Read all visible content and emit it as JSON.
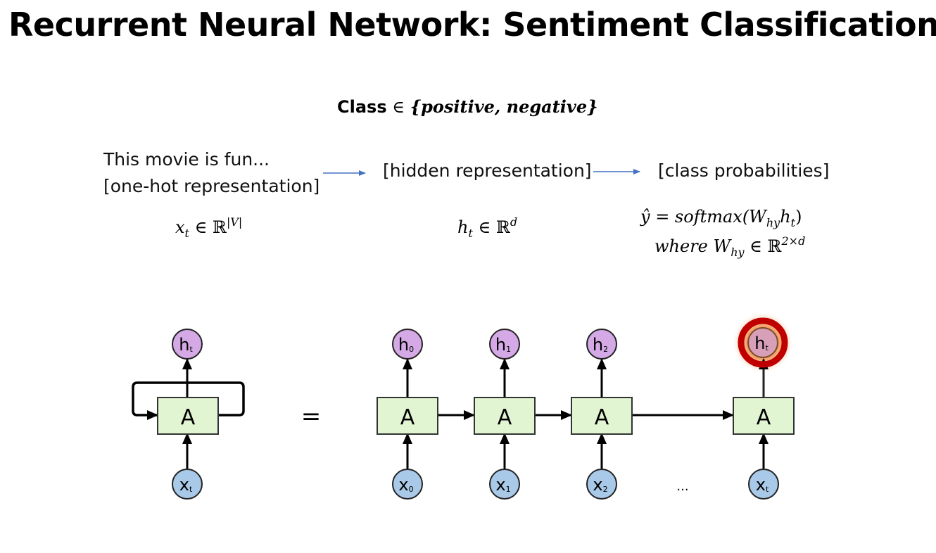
{
  "slide": {
    "title": "Recurrent Neural Network: Sentiment Classification",
    "class_label": "Class",
    "class_set_symbol": "∈",
    "class_set": "{positive, negative}",
    "pipeline": {
      "input_line1": "This movie is fun...",
      "input_line2": "[one-hot representation]",
      "hidden": "[hidden representation]",
      "output": "[class probabilities]",
      "input_math": {
        "var": "x",
        "sub": "t",
        "rel": "∈ ℝ",
        "sup": "|V|"
      },
      "hidden_math": {
        "var": "h",
        "sub": "t",
        "rel": "∈ ℝ",
        "sup": "d"
      },
      "output_math_line1": {
        "lhs": "ŷ = softmax(W",
        "sub1": "hy",
        "mid": "h",
        "sub2": "t",
        "end": ")"
      },
      "output_math_line2": {
        "pre": "where W",
        "sub": "hy",
        "rel": " ∈ ℝ",
        "sup": "2×d"
      }
    }
  },
  "diagram": {
    "colors": {
      "cell_fill": "#e2f5d3",
      "cell_stroke": "#333333",
      "hidden_fill": "#d4a9e6",
      "input_fill": "#a9c9e8",
      "highlight_ring": "#c00000",
      "highlight_glow": "#f7a56b",
      "arrow_blue": "#4472c4"
    },
    "equals": "=",
    "ellipsis": "...",
    "folded": {
      "cell": "A",
      "hidden": "h",
      "hidden_sub": "t",
      "input": "x",
      "input_sub": "t"
    },
    "unrolled": [
      {
        "cell": "A",
        "hidden": "h",
        "hidden_sub": "0",
        "input": "x",
        "input_sub": "0",
        "highlighted": false
      },
      {
        "cell": "A",
        "hidden": "h",
        "hidden_sub": "1",
        "input": "x",
        "input_sub": "1",
        "highlighted": false
      },
      {
        "cell": "A",
        "hidden": "h",
        "hidden_sub": "2",
        "input": "x",
        "input_sub": "2",
        "highlighted": false
      },
      {
        "cell": "A",
        "hidden": "h",
        "hidden_sub": "t",
        "input": "x",
        "input_sub": "t",
        "highlighted": true
      }
    ]
  }
}
